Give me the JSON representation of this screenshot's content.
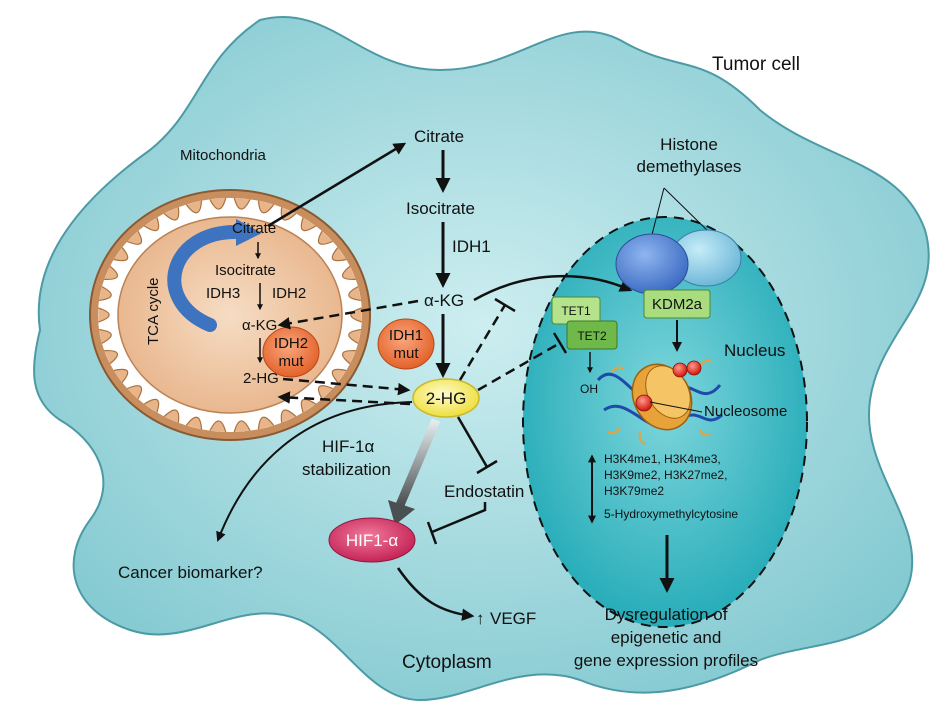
{
  "cell": {
    "label": "Tumor cell",
    "cytoplasm_label": "Cytoplasm"
  },
  "mitochondria": {
    "label": "Mitochondria",
    "tca_label": "TCA cycle",
    "citrate": "Citrate",
    "isocitrate": "Isocitrate",
    "enzyme_left": "IDH3",
    "enzyme_right": "IDH2",
    "akg": "α-KG",
    "hg": "2-HG",
    "mutant": {
      "line1": "IDH2",
      "line2": "mut"
    }
  },
  "cytosol": {
    "citrate": "Citrate",
    "isocitrate": "Isocitrate",
    "enzyme": "IDH1",
    "akg": "α-KG",
    "mutant": {
      "line1": "IDH1",
      "line2": "mut"
    },
    "hg": "2-HG",
    "hif_stab": {
      "line1": "HIF-1α",
      "line2": "stabilization"
    },
    "hif": "HIF1-α",
    "endostatin": "Endostatin",
    "vegf": "VEGF",
    "vegf_arrow": "↑",
    "biomarker": "Cancer biomarker?"
  },
  "nucleus": {
    "label": "Nucleus",
    "demethylases": {
      "line1": "Histone",
      "line2": "demethylases"
    },
    "kdm": "KDM2a",
    "tet1": "TET1",
    "tet2": "TET2",
    "oh": "OH",
    "nucleosome": "Nucleosome",
    "marks": [
      "H3K4me1, H3K4me3,",
      "H3K9me2, H3K27me2,",
      "H3K79me2"
    ],
    "hydroxy": "5-Hydroxymethylcytosine"
  },
  "outcome": {
    "line1": "Dysregulation of",
    "line2": "epigenetic and",
    "line3": "gene expression profiles"
  },
  "colors": {
    "cell_fill": "#a9dcdf",
    "nucleus_fill": "#47c0c9",
    "mito_fill": "#e8b48a",
    "hg_fill": "#f5ef7a",
    "hif_fill": "#d63b6a",
    "mut_fill": "#ef7a3e",
    "tet_fill": "#8dc864",
    "demethylase_fill": "#5a8ed8"
  }
}
